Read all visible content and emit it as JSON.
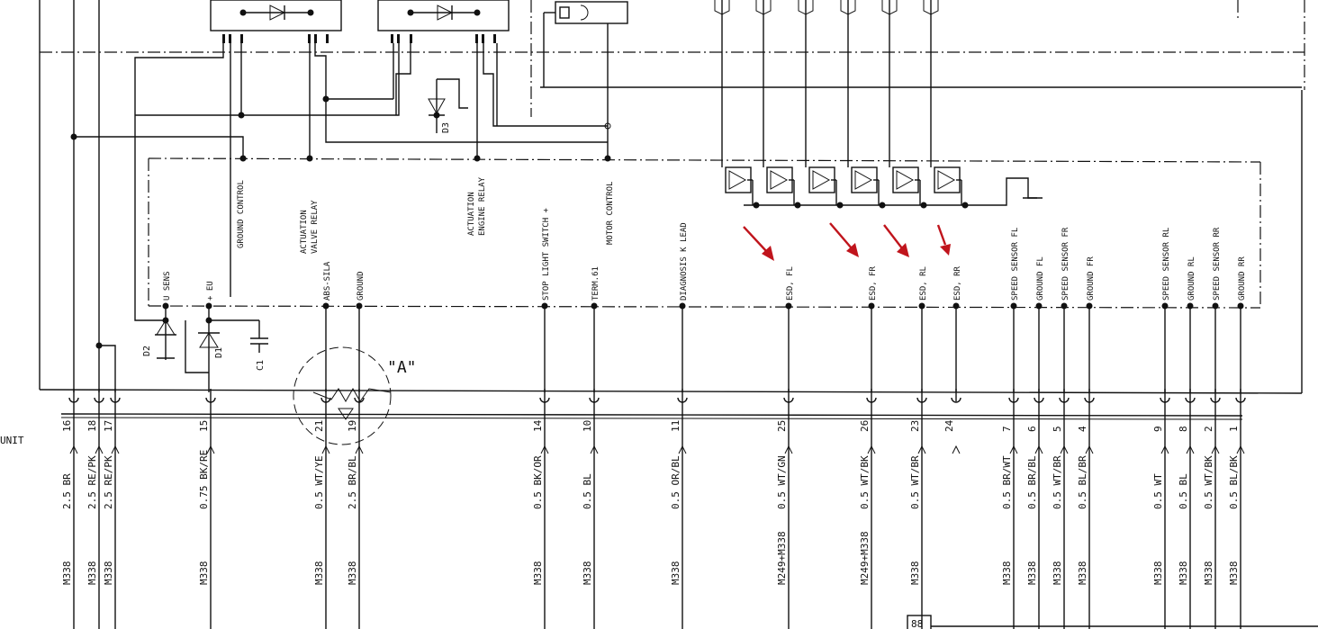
{
  "left_caption": "UNIT",
  "quote_label": "\"A\"",
  "component_labels": [
    "D2",
    "D1",
    "C1",
    "D3"
  ],
  "connector_label": "88",
  "upper_labels": [
    {
      "id": "ground-control",
      "lines": [
        "GROUND CONTROL"
      ]
    },
    {
      "id": "actuation-valve-relay",
      "lines": [
        "ACTUATION",
        "VALVE RELAY"
      ]
    },
    {
      "id": "actuation-engine-relay",
      "lines": [
        "ACTUATION",
        "ENGINE RELAY"
      ]
    },
    {
      "id": "motor-control",
      "lines": [
        "MOTOR CONTROL"
      ]
    }
  ],
  "pins": [
    {
      "label": "U SENS",
      "pin": "",
      "wire": "",
      "code": ""
    },
    {
      "label": "+ EU",
      "pin": "",
      "wire": "",
      "code": ""
    },
    {
      "label": "",
      "pin": "16",
      "wire": "2.5 BR",
      "code": "M338"
    },
    {
      "label": "",
      "pin": "18",
      "wire": "2.5 RE/PK",
      "code": "M338"
    },
    {
      "label": "",
      "pin": "17",
      "wire": "2.5 RE/PK",
      "code": "M338"
    },
    {
      "label": "",
      "pin": "15",
      "wire": "0.75 BK/RE",
      "code": "M338"
    },
    {
      "label": "ABS-SILA",
      "pin": "21",
      "wire": "0.5 WT/YE",
      "code": "M338"
    },
    {
      "label": "GROUND",
      "pin": "19",
      "wire": "2.5 BR/BL",
      "code": "M338"
    },
    {
      "label": "STOP LIGHT SWITCH +",
      "pin": "14",
      "wire": "0.5 BK/OR",
      "code": "M338"
    },
    {
      "label": "TERM.61",
      "pin": "10",
      "wire": "0.5 BL",
      "code": "M338"
    },
    {
      "label": "DIAGNOSIS K LEAD",
      "pin": "11",
      "wire": "0.5 OR/BL",
      "code": "M338"
    },
    {
      "label": "ESD, FL",
      "pin": "25",
      "wire": "0.5 WT/GN",
      "code": "M249+M338"
    },
    {
      "label": "ESD, FR",
      "pin": "26",
      "wire": "0.5 WT/BK",
      "code": "M249+M338"
    },
    {
      "label": "ESD, RL",
      "pin": "23",
      "wire": "0.5 WT/BR",
      "code": "M338"
    },
    {
      "label": "ESD, RR",
      "pin": "24",
      "wire": "",
      "code": ""
    },
    {
      "label": "SPEED SENSOR FL",
      "pin": "7",
      "wire": "0.5 BR/WT",
      "code": "M338"
    },
    {
      "label": "GROUND FL",
      "pin": "6",
      "wire": "0.5 BR/BL",
      "code": "M338"
    },
    {
      "label": "SPEED SENSOR FR",
      "pin": "5",
      "wire": "0.5 WT/BR",
      "code": "M338"
    },
    {
      "label": "GROUND FR",
      "pin": "4",
      "wire": "0.5 BL/BR",
      "code": "M338"
    },
    {
      "label": "SPEED SENSOR RL",
      "pin": "9",
      "wire": "0.5 WT",
      "code": "M338"
    },
    {
      "label": "GROUND RL",
      "pin": "8",
      "wire": "0.5 BL",
      "code": "M338"
    },
    {
      "label": "SPEED SENSOR RR",
      "pin": "2",
      "wire": "0.5 WT/BK",
      "code": "M338"
    },
    {
      "label": "GROUND RR",
      "pin": "1",
      "wire": "0.5 BL/BK",
      "code": "M338"
    }
  ]
}
